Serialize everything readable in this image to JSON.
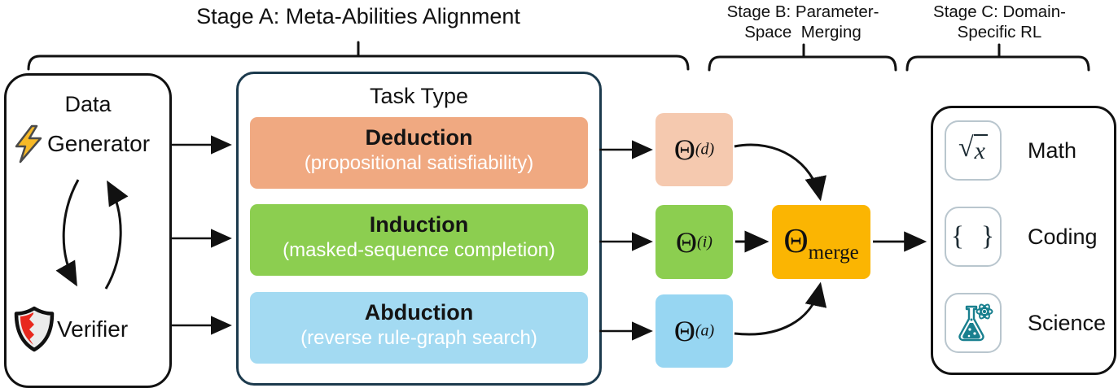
{
  "stages": {
    "a": {
      "label": "Stage A: Meta-Abilities Alignment"
    },
    "b": {
      "line1": "Stage B: Parameter-",
      "line2": "Space  Merging"
    },
    "c": {
      "line1": "Stage C: Domain-",
      "line2": "Specific RL"
    }
  },
  "data_pipeline": {
    "title": "Data",
    "generator_label": "Generator",
    "verifier_label": "Verifier",
    "generator_icon": "lightning-bolt",
    "verifier_icon": "shield"
  },
  "task_type": {
    "title": "Task Type",
    "tasks": [
      {
        "name": "Deduction",
        "description": "(propositional satisfiability)",
        "color": "#F0A981"
      },
      {
        "name": "Induction",
        "description": "(masked-sequence completion)",
        "color": "#8CCE50"
      },
      {
        "name": "Abduction",
        "description": "(reverse rule-graph search)",
        "color": "#A3DAF2"
      }
    ]
  },
  "checkpoints": [
    {
      "base": "Θ",
      "sup": "(d)",
      "color": "#F5C9AF"
    },
    {
      "base": "Θ",
      "sup": "(i)",
      "color": "#8CCE50"
    },
    {
      "base": "Θ",
      "sup": "(a)",
      "color": "#97D6F2"
    }
  ],
  "merge": {
    "base": "Θ",
    "sub": "merge",
    "color": "#FBB502"
  },
  "domains": {
    "items": [
      {
        "label": "Math",
        "icon": "sqrt-x",
        "radical": "√",
        "radicand": "x"
      },
      {
        "label": "Coding",
        "icon": "curly-braces",
        "glyph": "{ }"
      },
      {
        "label": "Science",
        "icon": "flask-atom"
      }
    ]
  },
  "colors": {
    "outline": "#111111",
    "task_box_border": "#1c3a4d",
    "arrow": "#111111",
    "lightning_fill": "#F7B927",
    "shield_red": "#E8281E",
    "flask_teal": "#19808F"
  }
}
